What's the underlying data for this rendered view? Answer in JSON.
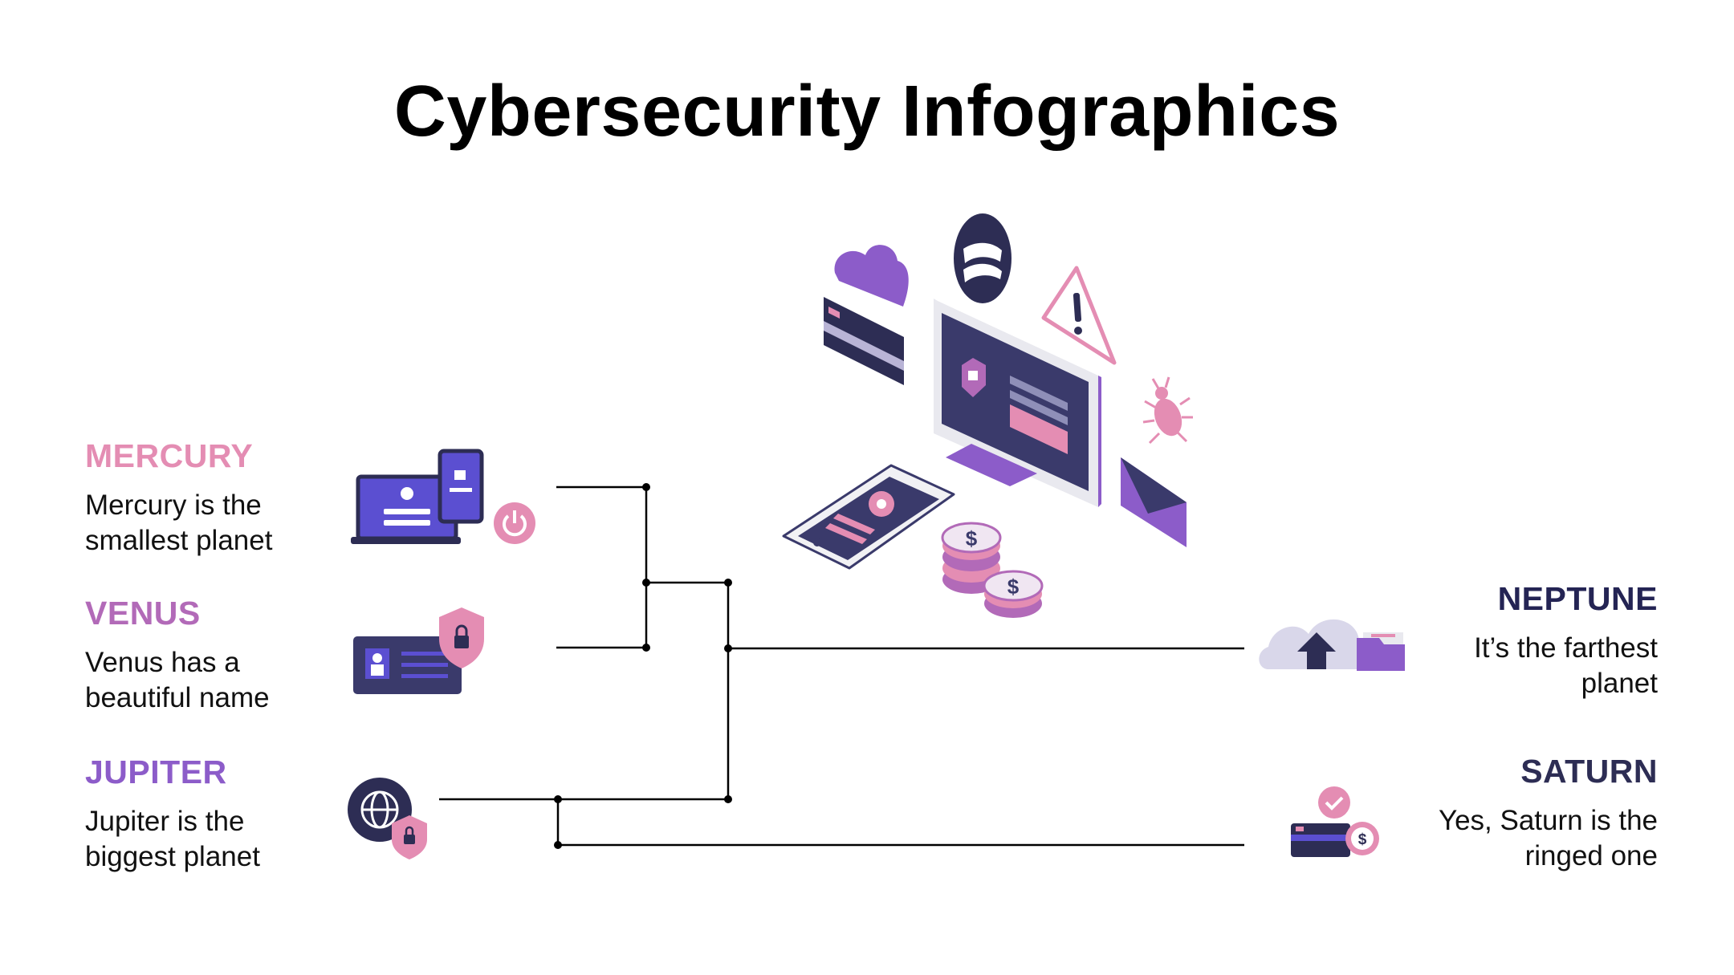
{
  "title": "Cybersecurity Infographics",
  "colors": {
    "mercury": "#e48db3",
    "venus": "#b26ab8",
    "jupiter": "#8c5cc9",
    "neptune": "#242454",
    "saturn": "#2d2d54",
    "navy": "#3a3a6b",
    "purple": "#8c5cc9",
    "pink": "#e48db3",
    "line": "#000000"
  },
  "items": {
    "mercury": {
      "heading": "MERCURY",
      "text": "Mercury is the\nsmallest planet",
      "icon": "laptop-phone-login-icon"
    },
    "venus": {
      "heading": "VENUS",
      "text": "Venus has a\nbeautiful name",
      "icon": "id-card-lock-icon"
    },
    "jupiter": {
      "heading": "JUPITER",
      "text": "Jupiter is the\nbiggest planet",
      "icon": "globe-lock-icon"
    },
    "neptune": {
      "heading": "NEPTUNE",
      "text": "It’s the farthest\nplanet",
      "icon": "cloud-upload-folder-icon"
    },
    "saturn": {
      "heading": "SATURN",
      "text": "Yes, Saturn is the\nringed one",
      "icon": "card-payment-check-icon"
    }
  },
  "hero_icon": "cybersecurity-workstation-illustration"
}
